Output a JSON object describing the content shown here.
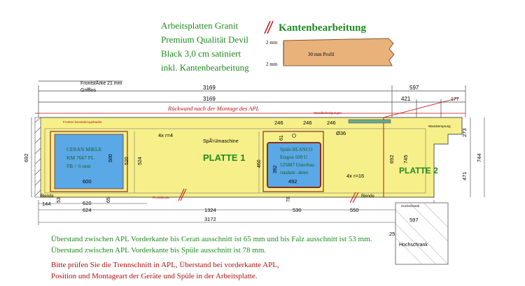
{
  "header": {
    "product_lines": [
      "Arbeitsplatten Granit",
      "Premium Qualität Devil",
      "Black 3,0 cm satiniert",
      "inkl. Kantenbearbeitung"
    ],
    "edge_title": "Kantenbearbeitung",
    "edge_profile_label": "30 mm Profil",
    "edge_top_dim": "2 mm",
    "edge_bottom_dim": "2 mm"
  },
  "drawing": {
    "front_note_1": "FrontstÄrke 21 mm",
    "front_note_2": "Grifflos",
    "backwall_note": "Rückwand nach der Montage des APL",
    "plate1_label": "PLATTE 1",
    "plate2_label": "PLATTE 2",
    "dishwasher_label": "SpÃ¼lmaschine",
    "cooktop_text": [
      "CERAN MIELE",
      "KM 7667 FL",
      "FB = 6 mm"
    ],
    "sink_text": [
      "Spüle BLANCO",
      "Etagon 500 U",
      "525887 Unterbau",
      "rundum -4mm"
    ],
    "radius_1": "4x r=4",
    "radius_2": "4x r=16",
    "blende_left": "Blende",
    "blende_right": "Blende",
    "tall_cabinet": "Hochschrank",
    "tall_cabinet_small": "Hochschrank",
    "wall_offset_note": "Wandversprung",
    "small_red_1": "Fronten Dunstabzugshaube",
    "small_red_2": "Wandbefestigungen",
    "small_red_3": "Frontblende",
    "top_dims": [
      "3169",
      "3169",
      "597",
      "421",
      "177"
    ],
    "side_dims": [
      "692",
      "273",
      "744",
      "471",
      "692",
      "745"
    ],
    "cooktop_dims": [
      "500",
      "520",
      "524",
      "600",
      "620",
      "65"
    ],
    "sink_dims": [
      "246",
      "246",
      "246",
      "61",
      "460",
      "392",
      "492",
      "78"
    ],
    "hole_dim": "Ø36",
    "bottom_dims": [
      "144",
      "53",
      "624",
      "1324",
      "530",
      "550",
      "3172"
    ],
    "cabinet_dims": [
      "597",
      "25"
    ]
  },
  "notes": {
    "green_1": "Überstand zwischen APL Vorderkante bis Ceran ausschnitt ist 65 mm und bis Falz ausschnitt ist 53 mm.",
    "green_2": "Überstand zwischen APL Vorderkante bis Spüle ausschnitt ist 78 mm.",
    "red_1": "Bitte prüfen Sie die Trennschnitt in APL, Überstand bei vorderkante APL,",
    "red_2": "Position und Montageart der Geräte und Spüle in der Arbeitsplatte."
  },
  "colors": {
    "countertop": "#f7f08a",
    "cutout_blue": "#5aa8e6",
    "frame_brown": "#8a2e1c",
    "note_green": "#1f8a1f",
    "note_red": "#b01010",
    "profile_wood": "#e8b27a"
  }
}
